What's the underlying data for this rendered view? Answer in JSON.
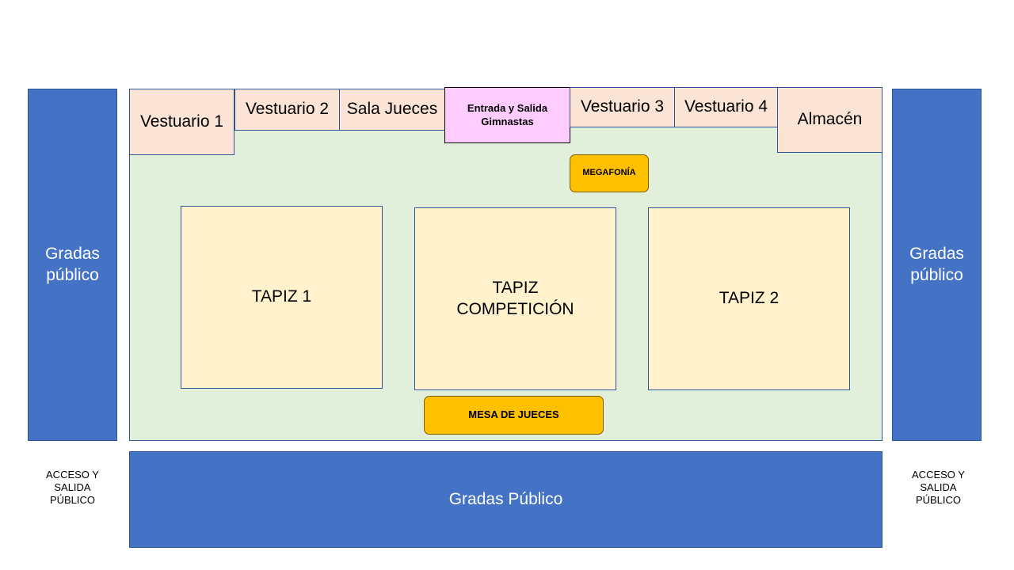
{
  "stands": {
    "left": "Gradas\npúblico",
    "right": "Gradas\npúblico",
    "bottom": "Gradas Público"
  },
  "access": {
    "left": "ACCESO Y\nSALIDA\nPÚBLICO",
    "right": "ACCESO Y\nSALIDA\nPÚBLICO"
  },
  "rooms": {
    "vestuario1": "Vestuario 1",
    "vestuario2": "Vestuario 2",
    "sala_jueces": "Sala Jueces",
    "entrada": "Entrada y Salida\nGimnastas",
    "vestuario3": "Vestuario 3",
    "vestuario4": "Vestuario 4",
    "almacen": "Almacén"
  },
  "mats": {
    "tapiz1": "TAPIZ 1",
    "competicion": "TAPIZ\nCOMPETICIÓN",
    "tapiz2": "TAPIZ 2"
  },
  "tables": {
    "megafonia": "MEGAFONÍA",
    "mesa_jueces": "MESA DE JUECES"
  },
  "colors": {
    "stands": "#4472c4",
    "floor": "#e2efda",
    "rooms": "#fbe4d5",
    "entry": "#ffccff",
    "mats": "#fff2cc",
    "tables": "#ffc000"
  }
}
